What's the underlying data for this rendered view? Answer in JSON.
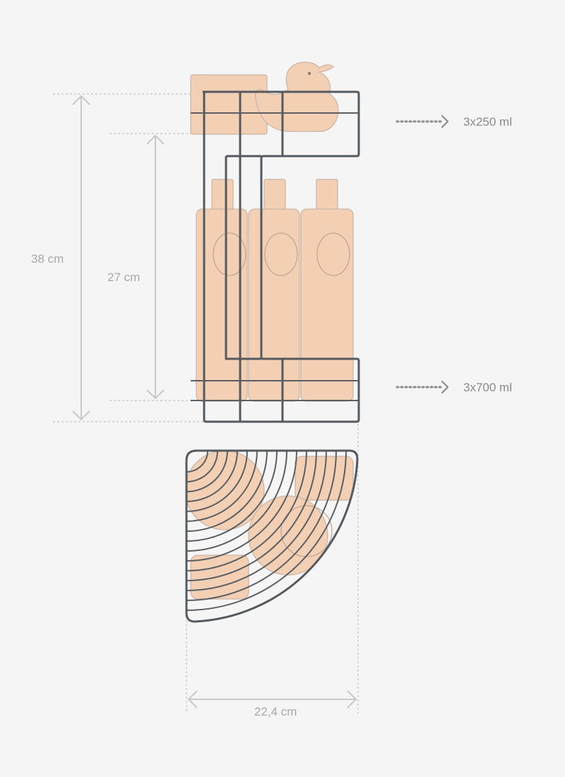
{
  "dimensions": {
    "total_height": "38 cm",
    "lower_height": "27 cm",
    "width": "22,4 cm"
  },
  "capacities": {
    "upper_shelf": "3x250 ml",
    "lower_shelf": "3x700 ml"
  },
  "colors": {
    "background": "#f5f5f5",
    "wire": "#555a5e",
    "bottle_fill": "#f3cfb4",
    "dimension_line": "#c9c9c9",
    "capacity_text": "#8a8a8a"
  },
  "icons": [
    "rubber-duck-icon",
    "bottle-icon",
    "jar-icon",
    "soap-bar-icon",
    "arrow-right-icon"
  ]
}
